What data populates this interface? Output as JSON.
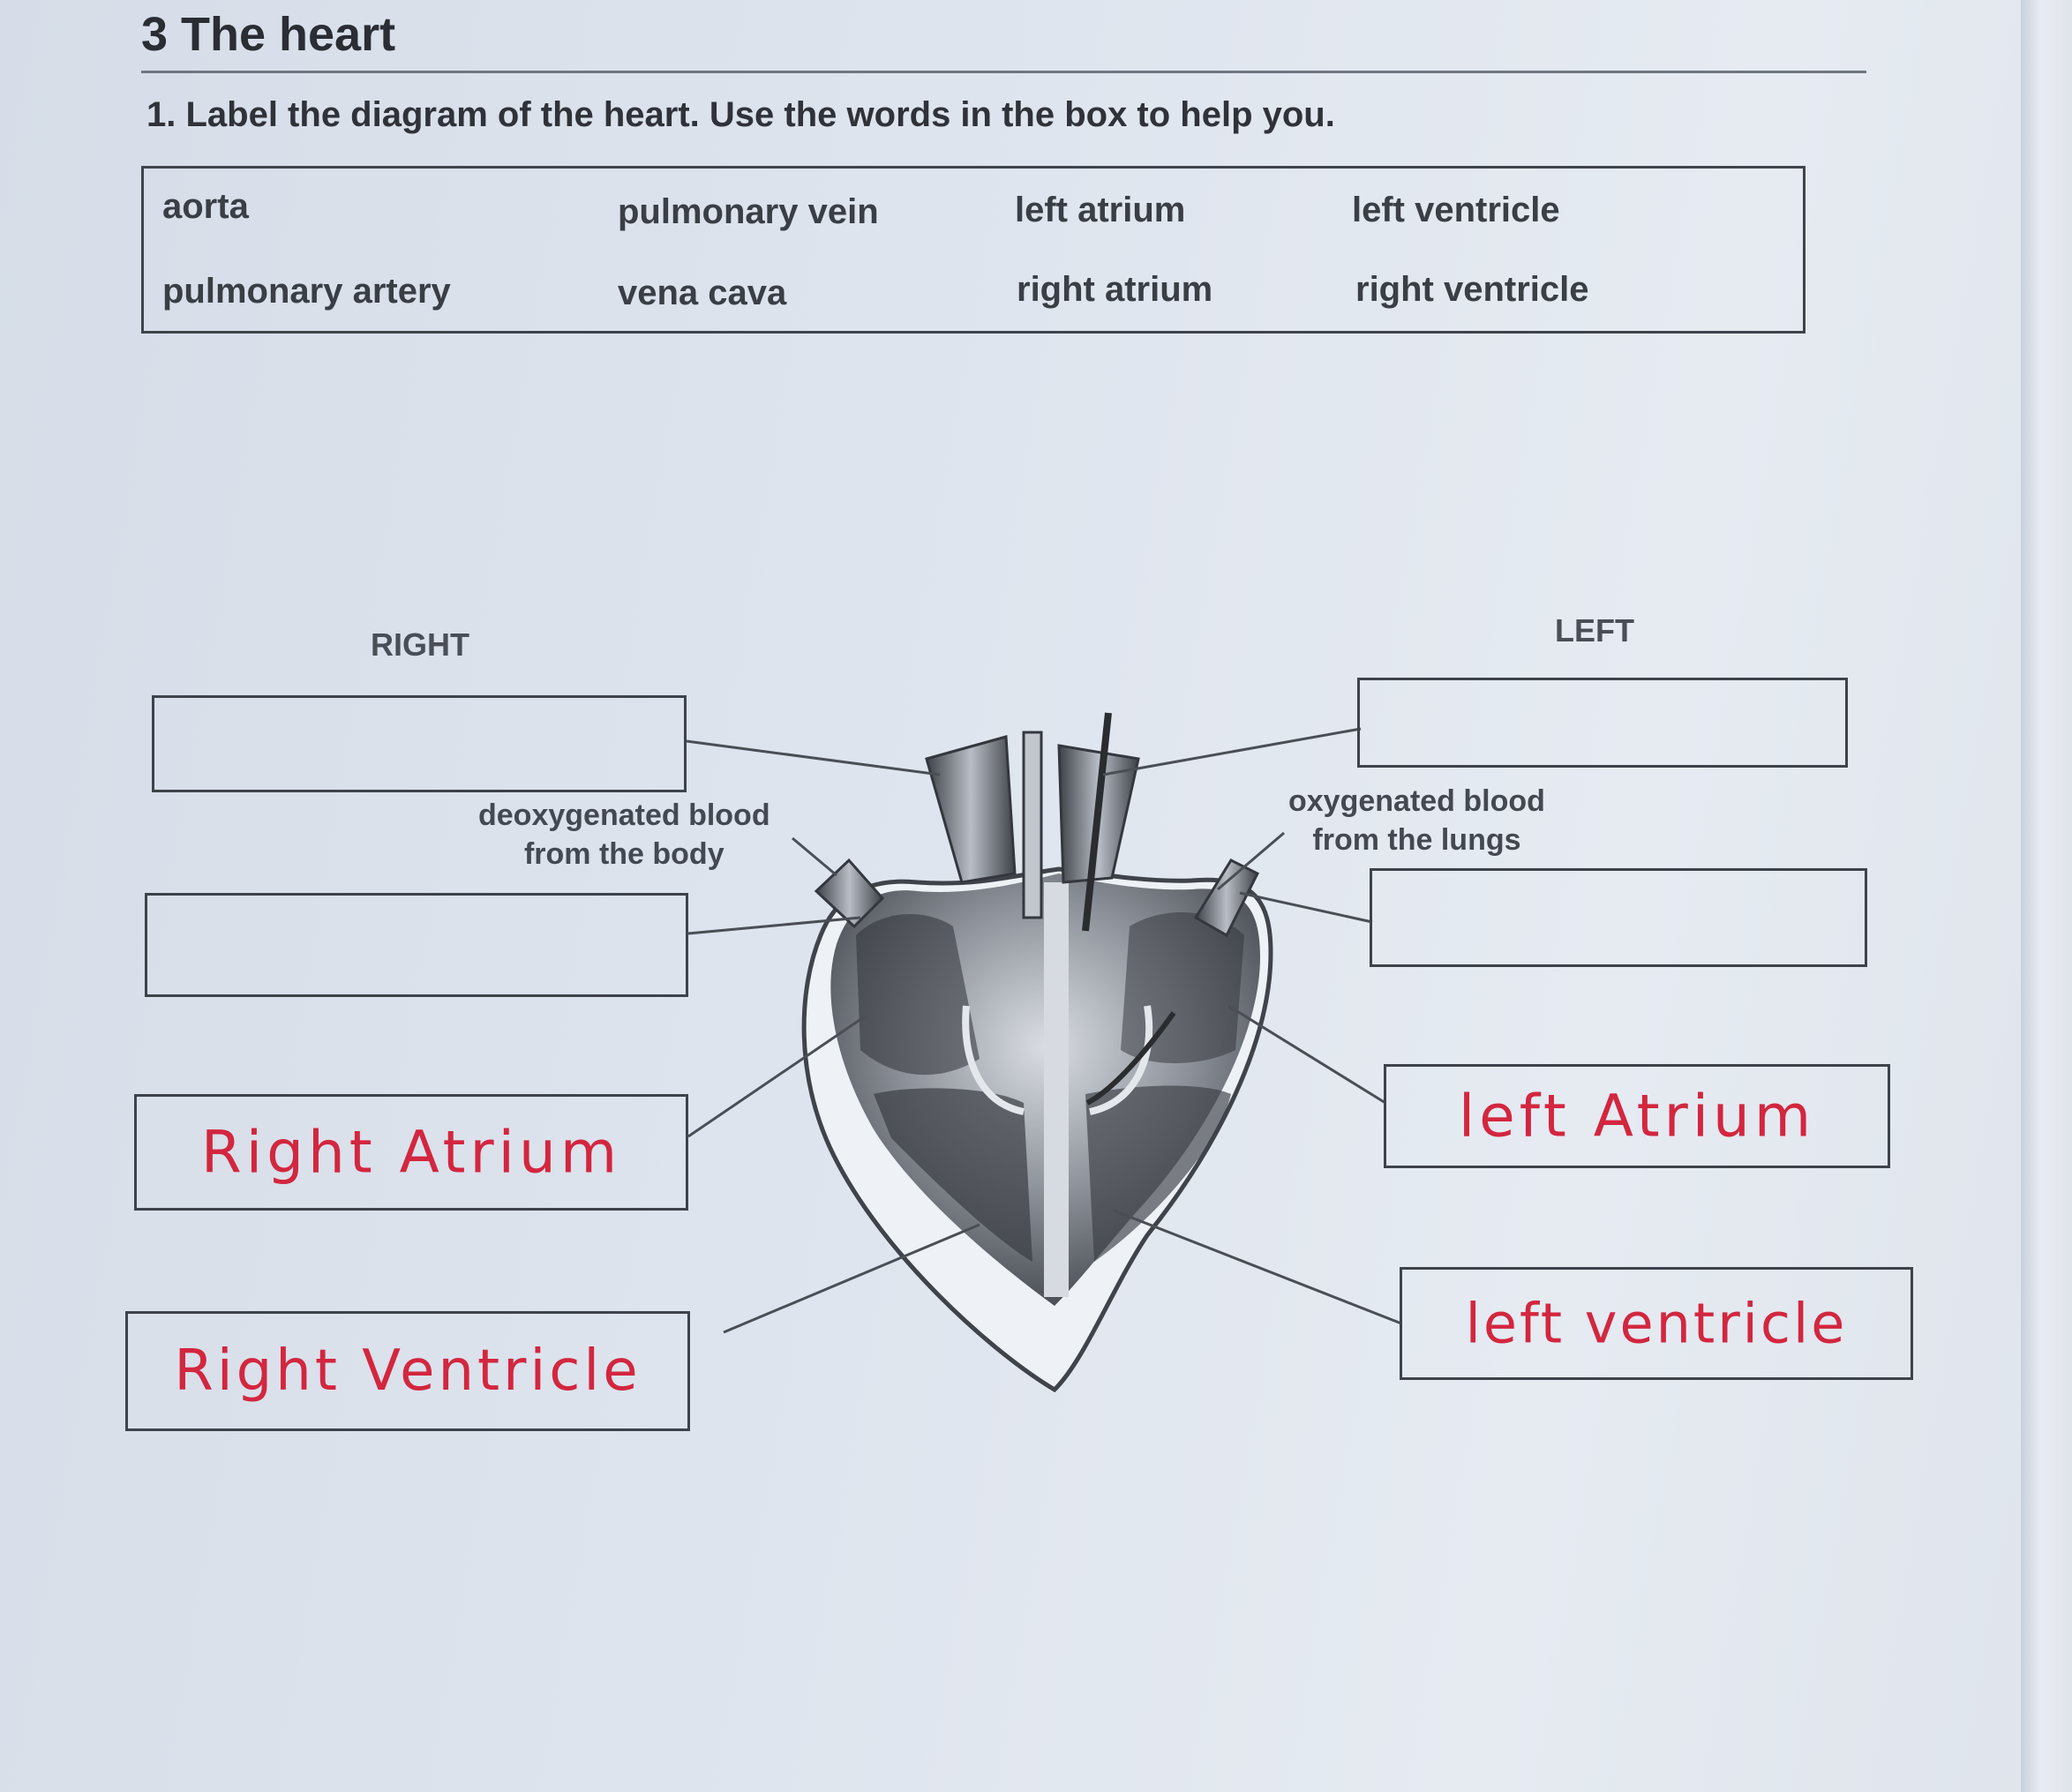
{
  "header": {
    "title": "3  The heart"
  },
  "question": {
    "text": "1.  Label the diagram of the heart. Use the words in the box to help you."
  },
  "word_box": {
    "words": [
      "aorta",
      "pulmonary vein",
      "left atrium",
      "left ventricle",
      "pulmonary artery",
      "vena cava",
      "right atrium",
      "right ventricle"
    ]
  },
  "diagram": {
    "side_right": "RIGHT",
    "side_left": "LEFT",
    "note_deoxygenated": "deoxygenated blood\nfrom the body",
    "note_oxygenated": "oxygenated blood\nfrom the lungs",
    "label_boxes": {
      "right_top": "",
      "right_second": "",
      "right_third": "Right Atrium",
      "right_bottom": "Right Ventricle",
      "left_top": "",
      "left_second": "",
      "left_third": "left Atrium",
      "left_bottom": "left ventricle"
    }
  }
}
